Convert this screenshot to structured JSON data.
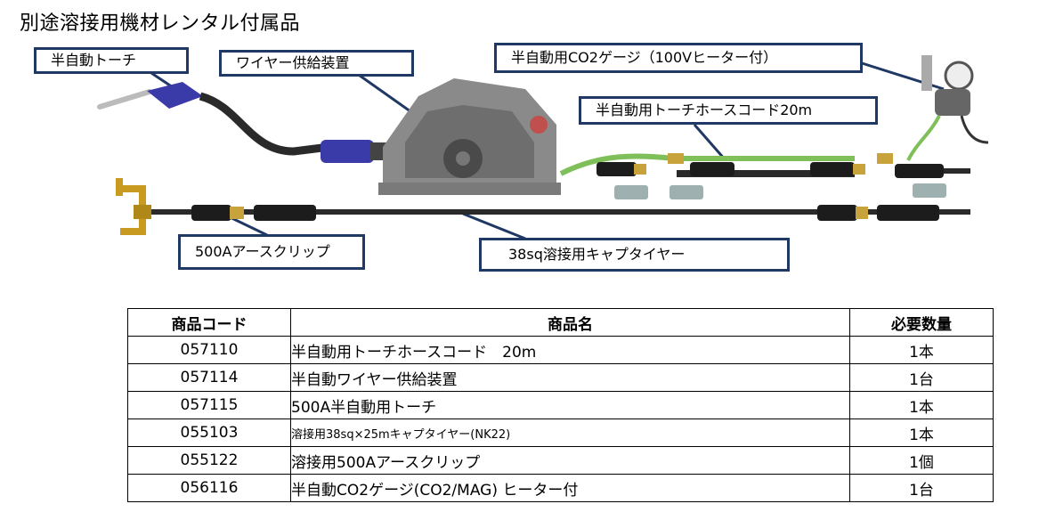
{
  "title": "別途溶接用機材レンタル付属品",
  "callouts": {
    "torch": "半自動トーチ",
    "wire_feeder": "ワイヤー供給装置",
    "co2_gauge": "半自動用CO2ゲージ（100Vヒーター付）",
    "torch_hose": "半自動用トーチホースコード20m",
    "ground_clip": "500Aアースクリップ",
    "cabtire": "38sq溶接用キャプタイヤー"
  },
  "table": {
    "headers": [
      "商品コード",
      "商品名",
      "必要数量"
    ],
    "rows": [
      {
        "code": "057110",
        "name": "半自動用トーチホースコード　20m",
        "qty": "1本"
      },
      {
        "code": "057114",
        "name": "半自動ワイヤー供給装置",
        "qty": "1台"
      },
      {
        "code": "057115",
        "name": "500A半自動用トーチ",
        "qty": "1本"
      },
      {
        "code": "055103",
        "name": "溶接用38sq×25mキャプタイヤー(NK22)",
        "qty": "1本"
      },
      {
        "code": "055122",
        "name": "溶接用500Aアースクリップ",
        "qty": "1個"
      },
      {
        "code": "056116",
        "name": "半自動CO2ゲージ(CO2/MAG)  ヒーター付",
        "qty": "1台"
      }
    ]
  },
  "colors": {
    "callout_border": "#1f3864",
    "torch_blue": "#3a3aa8",
    "hose_green": "#7fbf5a",
    "cable_black": "#2a2a2a",
    "brass": "#c8a23a",
    "machine_gray": "#8a8a8a",
    "clamp_gold": "#c89a20"
  }
}
